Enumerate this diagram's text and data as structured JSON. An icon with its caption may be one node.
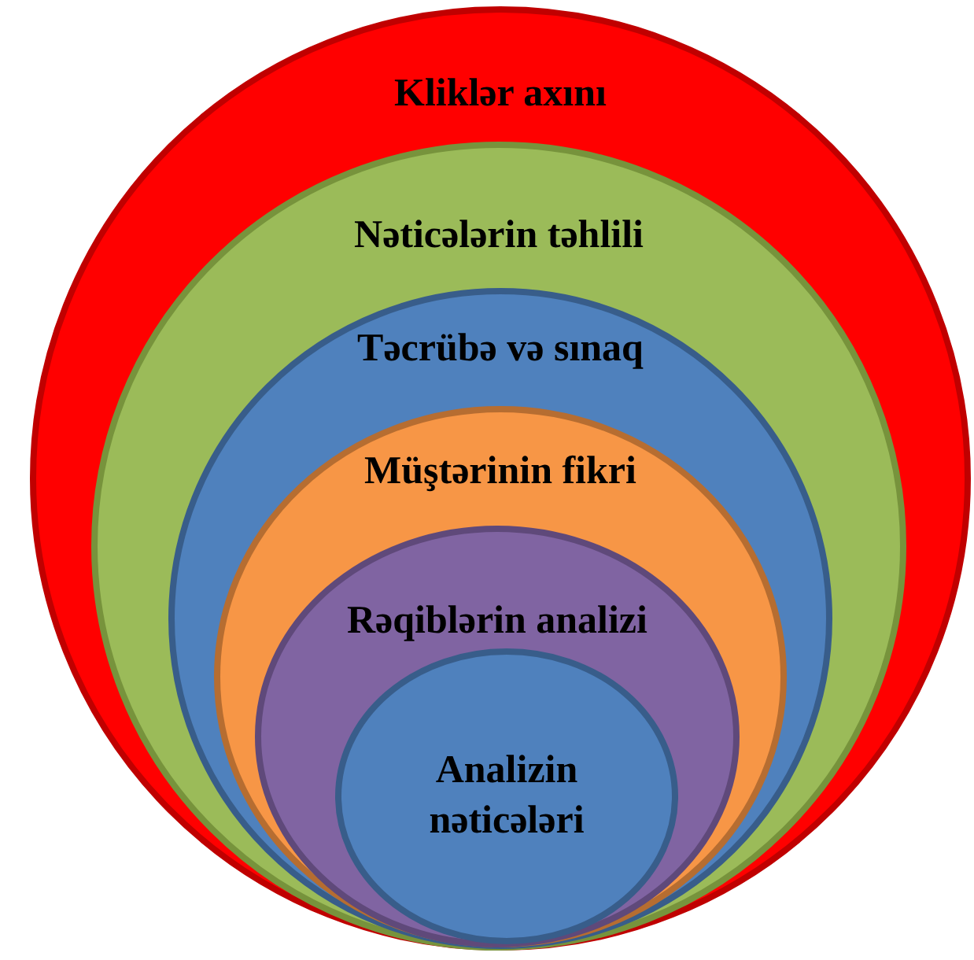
{
  "diagram": {
    "nodes": [
      {
        "text": [
          "Kliklər axını"
        ]
      },
      {
        "text": [
          "Nəticələrin təhlili"
        ],
        "in": 0
      },
      {
        "text": [
          "Təcrübə və sınaq"
        ],
        "in": 1
      },
      {
        "text": [
          "Müştərinin fikri"
        ],
        "in": 2
      },
      {
        "text": [
          "Rəqiblərin analizi"
        ],
        "in": 3
      },
      {
        "text": [
          "Analizin nəticələri"
        ],
        "in": 4
      }
    ]
  }
}
